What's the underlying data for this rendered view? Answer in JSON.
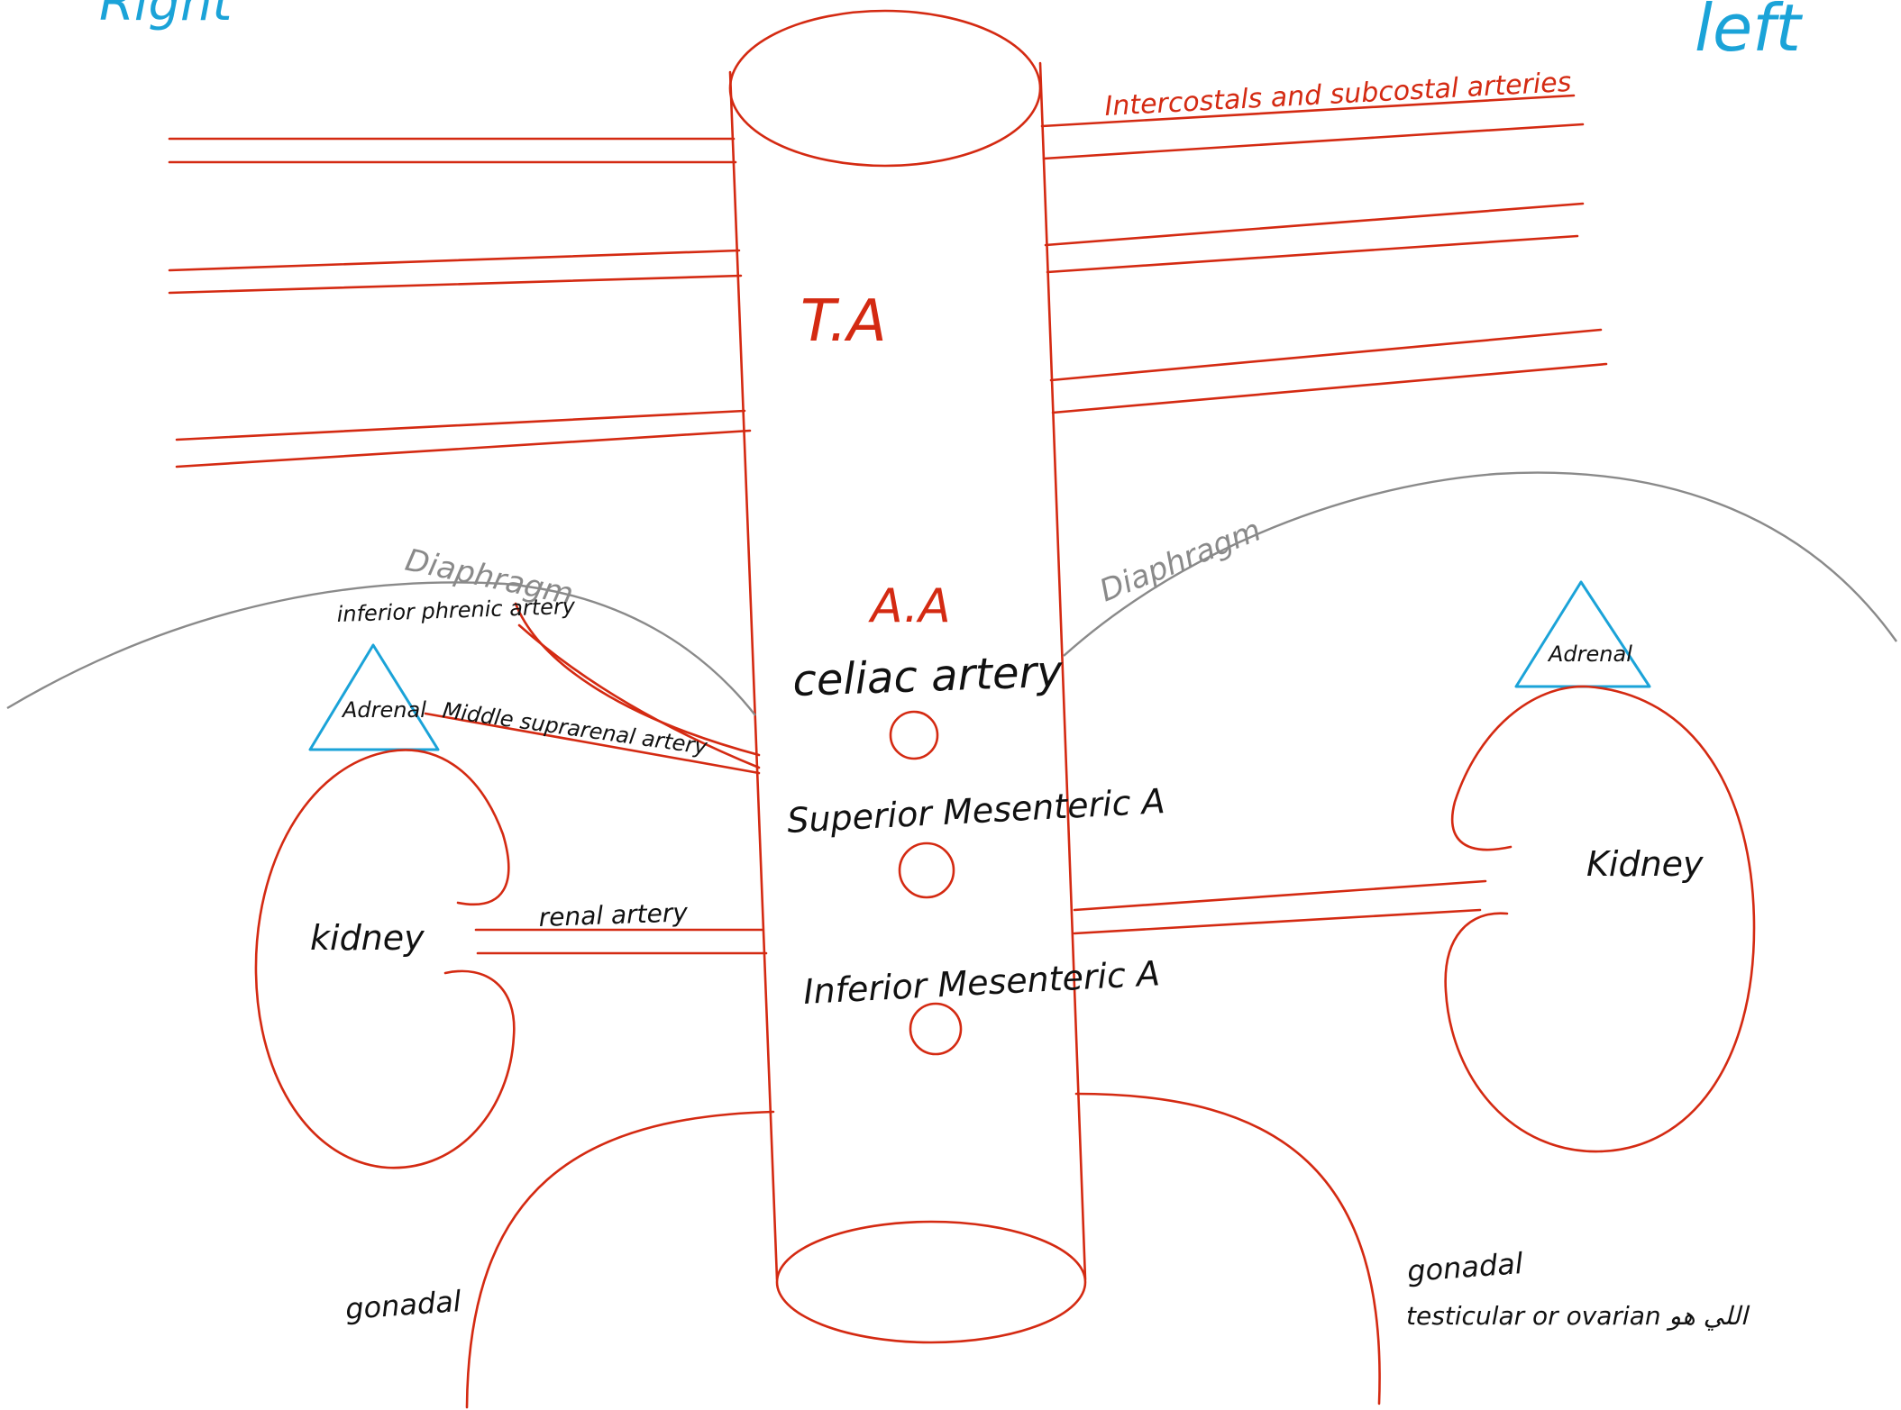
{
  "colors": {
    "artery": "#d42a12",
    "orientation": "#1ba3d8",
    "diaphragm": "#8a8a8a",
    "label": "#111111"
  },
  "orientation": {
    "right": "Right",
    "left": "left"
  },
  "aorta": {
    "thoracic_label": "T.A",
    "abdominal_label": "A.A"
  },
  "branches": {
    "intercostal_label": "Intercostals and subcostal arteries",
    "celiac_label": "celiac artery",
    "superior_mesenteric_label": "Superior Mesenteric A",
    "inferior_mesenteric_label": "Inferior Mesenteric A",
    "inferior_phrenic_label": "inferior phrenic artery",
    "middle_suprarenal_label": "Middle suprarenal artery",
    "renal_label": "renal artery"
  },
  "structures": {
    "diaphragm_right": "Diaphragm",
    "diaphragm_left": "Diaphragm",
    "adrenal_right": "Adrenal",
    "adrenal_left": "Adrenal",
    "kidney_right": "kidney",
    "kidney_left": "Kidney"
  },
  "gonadal": {
    "right_label": "gonadal",
    "left_label": "gonadal",
    "note": "testicular or ovarian اللي هو"
  }
}
